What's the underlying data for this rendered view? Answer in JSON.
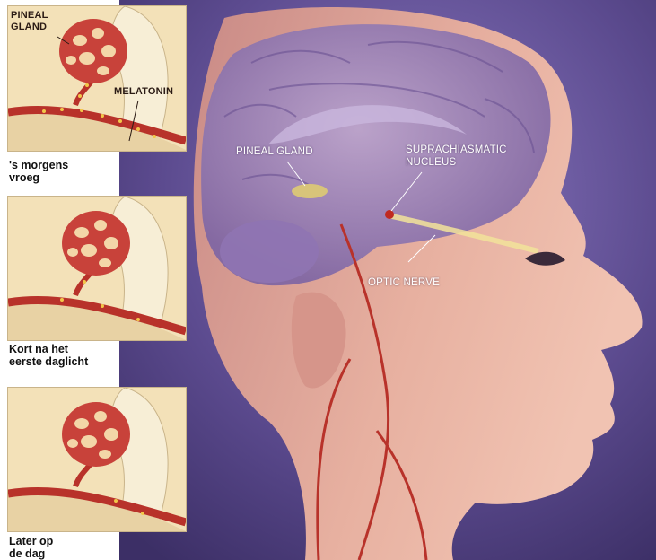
{
  "panels": [
    {
      "caption_line1": "'s morgens",
      "caption_line2": "vroeg",
      "melatonin_level": 1.0
    },
    {
      "caption_line1": "Kort na het",
      "caption_line2": "eerste daglicht",
      "melatonin_level": 0.5
    },
    {
      "caption_line1": "Later op",
      "caption_line2": "de dag",
      "melatonin_level": 0.2
    }
  ],
  "inset_labels": {
    "pineal_line1": "PINEAL",
    "pineal_line2": "GLAND",
    "melatonin": "MELATONIN"
  },
  "head_labels": {
    "pineal_gland": "PINEAL GLAND",
    "scn_line1": "SUPRACHIASMATIC",
    "scn_line2": "NUCLEUS",
    "optic_nerve": "OPTIC NERVE"
  },
  "colors": {
    "background_purple": "#5b4a8e",
    "skin": "#e3a89a",
    "brain": "#9a83b8",
    "vessel_red": "#b8322a",
    "panel_bg": "#f3e1b8",
    "melatonin_dot": "#f2c74a"
  }
}
